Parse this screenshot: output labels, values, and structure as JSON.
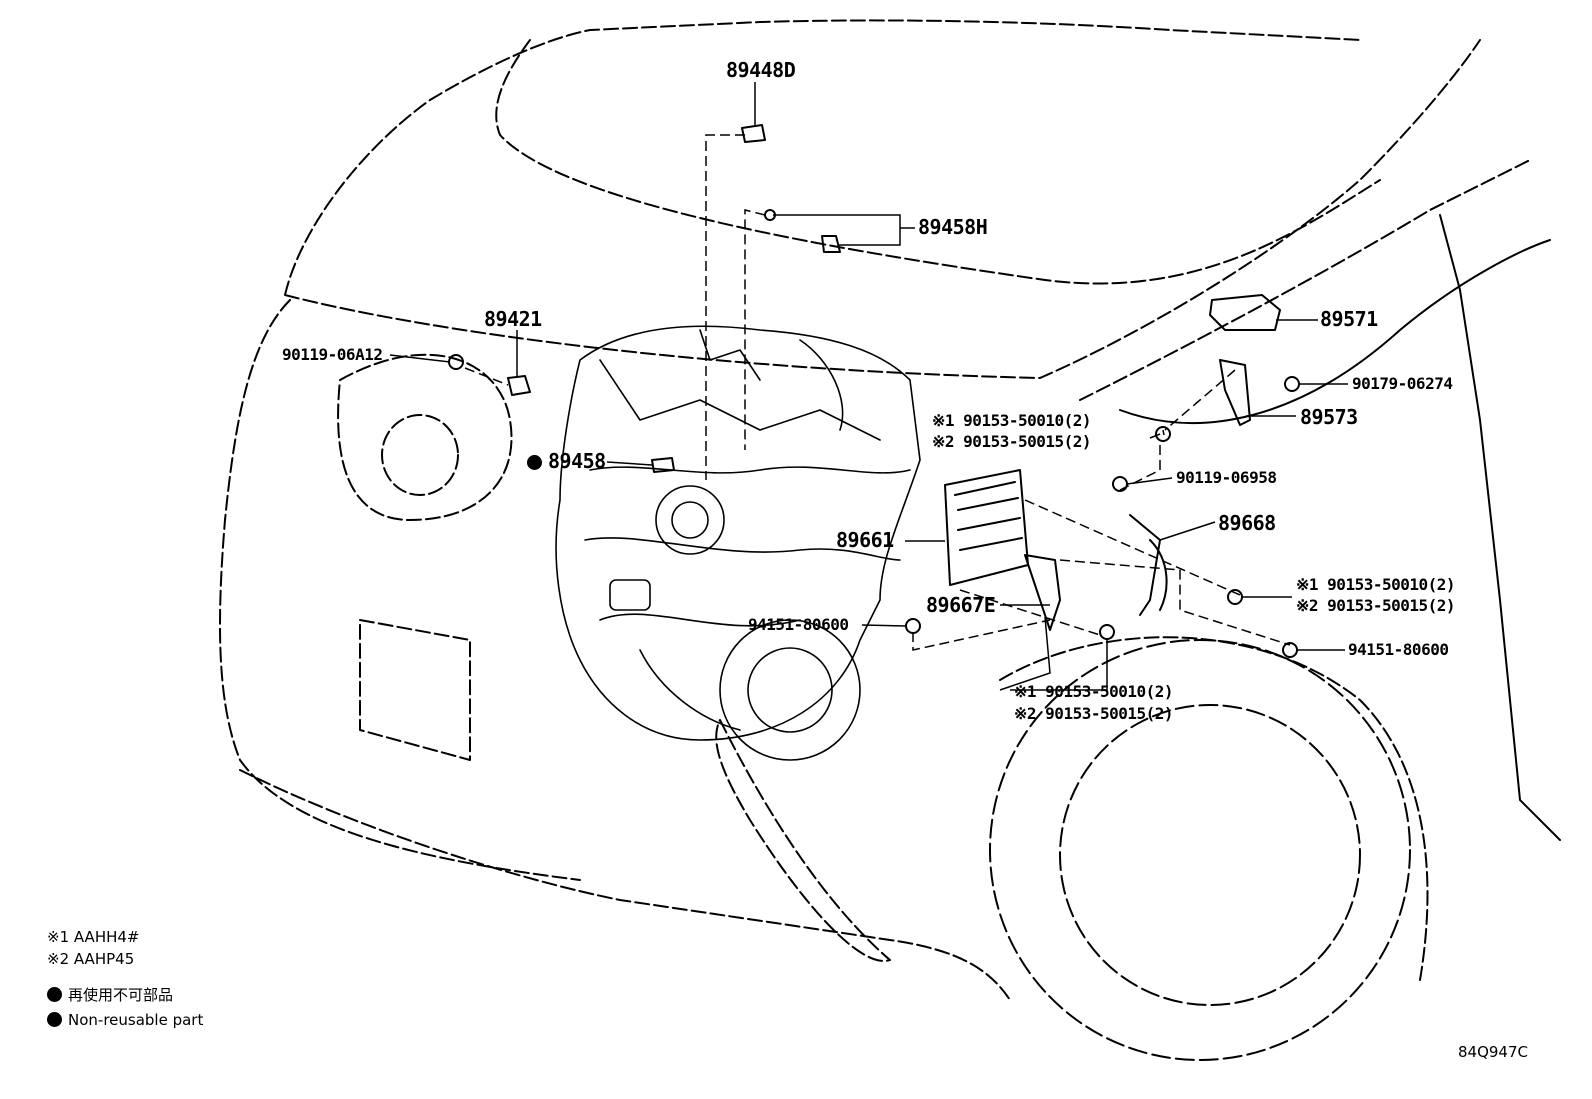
{
  "callouts": {
    "p89448D": "89448D",
    "p89458H": "89458H",
    "p89421": "89421",
    "p9011906A12": "90119-06A12",
    "p89458": "89458",
    "p89571": "89571",
    "p9017906274": "90179-06274",
    "p89573": "89573",
    "upper_note1": "※1 90153-50010(2)",
    "upper_note2": "※2 90153-50015(2)",
    "p9011906958": "90119-06958",
    "p89668": "89668",
    "p89661": "89661",
    "right_note1": "※1 90153-50010(2)",
    "right_note2": "※2 90153-50015(2)",
    "p89667E": "89667E",
    "p9415180600_left": "94151-80600",
    "p9415180600_right": "94151-80600",
    "lower_note1": "※1 90153-50010(2)",
    "lower_note2": "※2 90153-50015(2)"
  },
  "legend": {
    "model1": "※1 AAHH4#",
    "model2": "※2 AAHP45",
    "nonreusable_jp": "再使用不可部品",
    "nonreusable_en": "Non-reusable part"
  },
  "figure_code": "84Q947C",
  "colors": {
    "ink": "#000000",
    "paper": "#ffffff"
  }
}
